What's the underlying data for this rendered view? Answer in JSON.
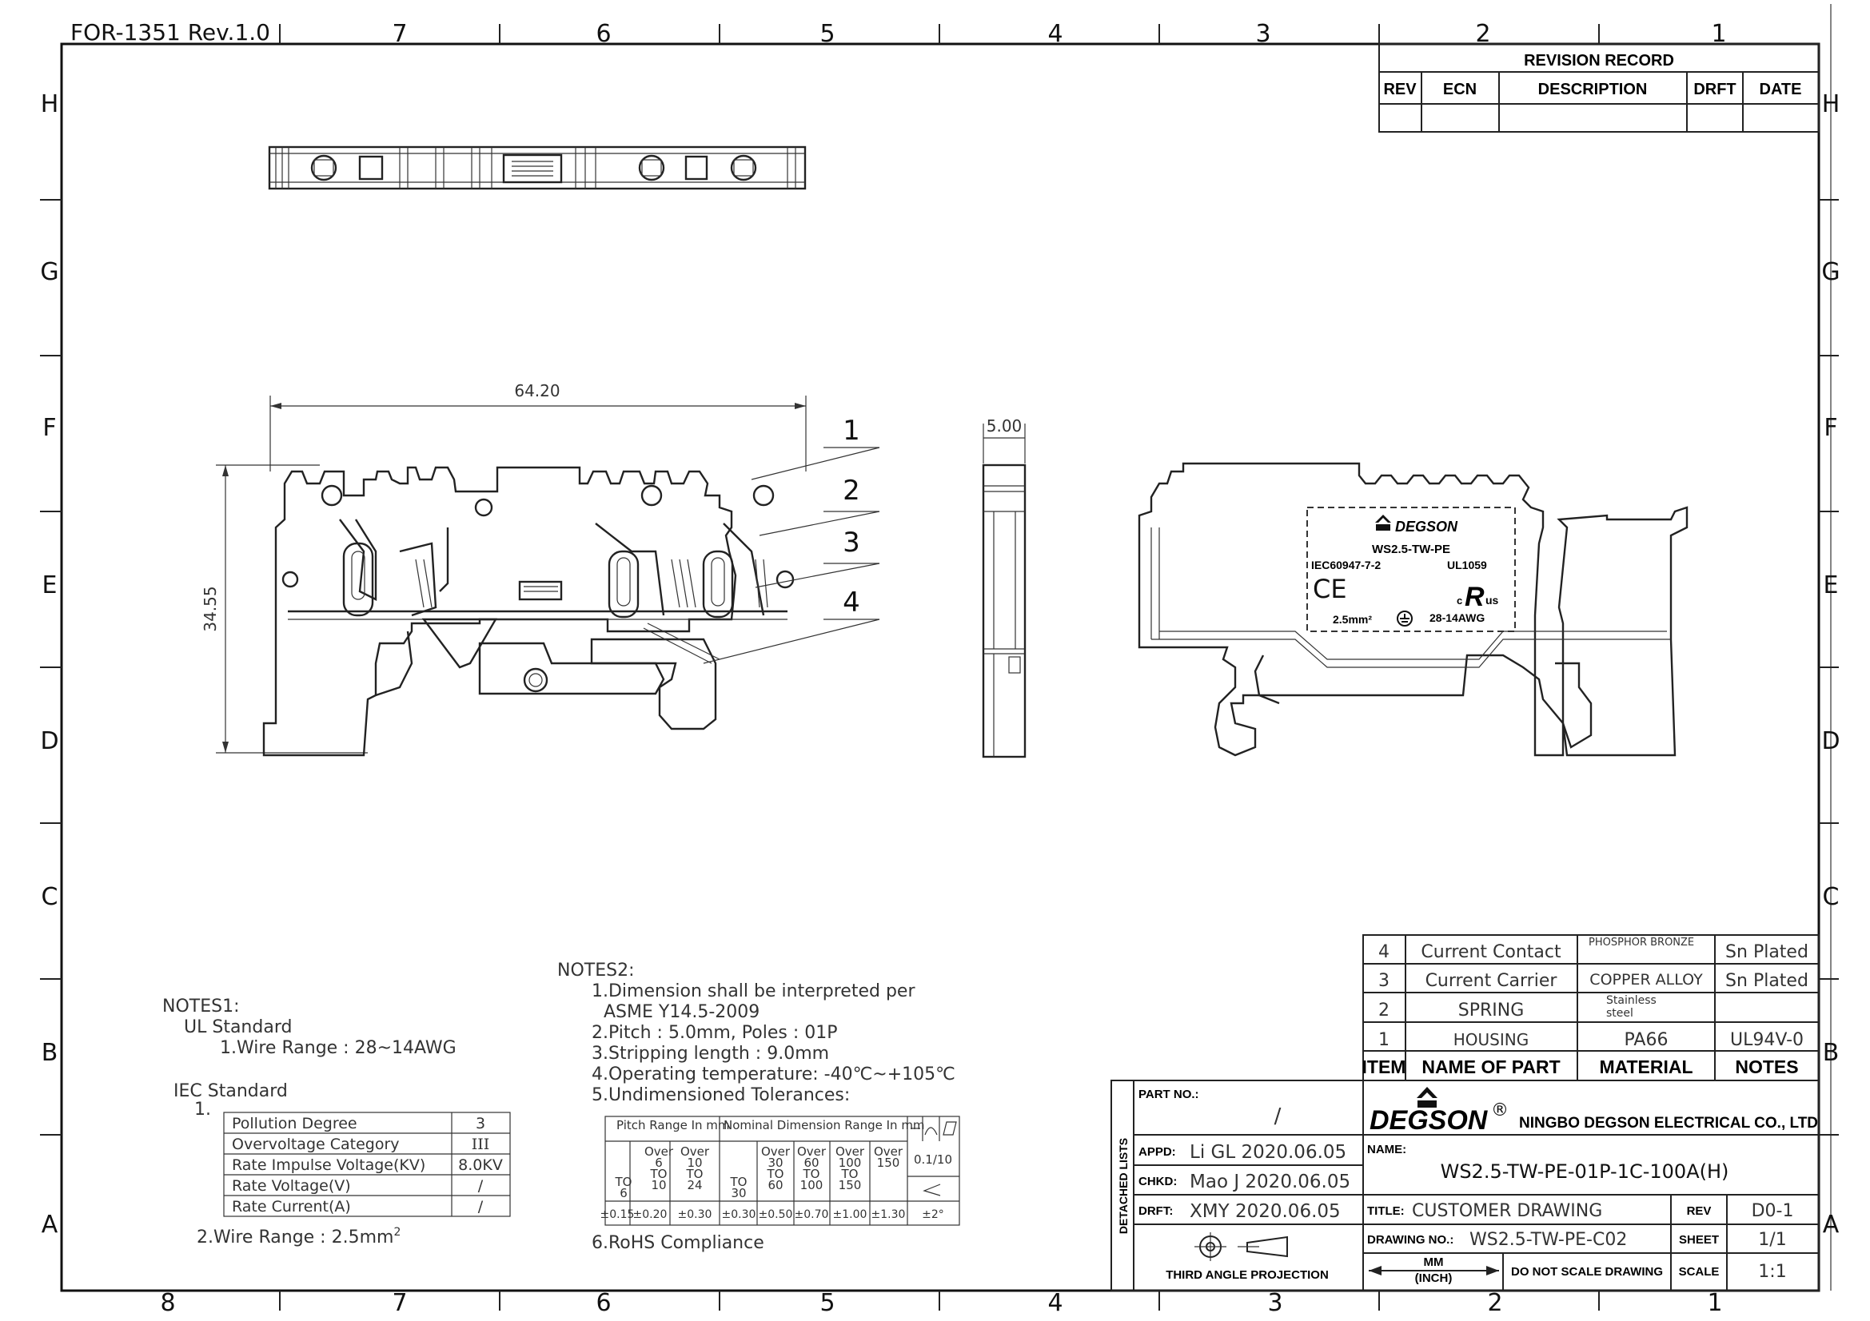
{
  "form_id": "FOR-1351 Rev.1.0",
  "grid": {
    "top_numbers": [
      "7",
      "6",
      "5",
      "4",
      "3",
      "2",
      "1"
    ],
    "bottom_numbers": [
      "8",
      "7",
      "6",
      "5",
      "4",
      "3",
      "2",
      "1"
    ],
    "rows": [
      "H",
      "G",
      "F",
      "E",
      "D",
      "C",
      "B",
      "A"
    ]
  },
  "revision_record": {
    "title": "REVISION RECORD",
    "headers": [
      "REV",
      "ECN",
      "DESCRIPTION",
      "DRFT",
      "DATE"
    ]
  },
  "dimensions": {
    "length": "64.20",
    "height": "34.55",
    "width": "5.00"
  },
  "balloons": [
    "1",
    "2",
    "3",
    "4"
  ],
  "label_plate": {
    "brand": "DEGSON",
    "model": "WS2.5-TW-PE",
    "iec": "IEC60947-7-2",
    "ul": "UL1059",
    "ce": "CE",
    "cross_section": "2.5mm²",
    "awg": "28-14AWG"
  },
  "notes1": {
    "title": "NOTES1:",
    "ul_title": "UL Standard",
    "ul_item1": "1.Wire Range : 28~14AWG",
    "iec_title": "IEC Standard",
    "iec_item_num": "1.",
    "iec_table": [
      {
        "label": "Pollution Degree",
        "value": "3"
      },
      {
        "label": "Overvoltage Category",
        "value": "III"
      },
      {
        "label": "Rate Impulse Voltage(KV)",
        "value": "8.0KV"
      },
      {
        "label": "Rate Voltage(V)",
        "value": "/"
      },
      {
        "label": "Rate Current(A)",
        "value": "/"
      }
    ],
    "iec_item2": "2.Wire Range : 2.5mm",
    "iec_item2_sup": "2"
  },
  "notes2": {
    "title": "NOTES2:",
    "lines": [
      "1.Dimension shall be interpreted per",
      "ASME Y14.5-2009",
      "2.Pitch : 5.0mm, Poles : 01P",
      "3.Stripping length : 9.0mm",
      "4.Operating temperature: -40℃~+105℃",
      "5.Undimensioned Tolerances:"
    ],
    "rohs": "6.RoHS Compliance",
    "tol_head1": "Pitch Range In mm",
    "tol_head2": "Nominal Dimension Range In mm",
    "tol_cols": [
      [
        "TO",
        "6"
      ],
      [
        "Over",
        "6",
        "TO",
        "10"
      ],
      [
        "Over",
        "10",
        "TO",
        "24"
      ],
      [
        "TO",
        "30"
      ],
      [
        "Over",
        "30",
        "TO",
        "60"
      ],
      [
        "Over",
        "60",
        "TO",
        "100"
      ],
      [
        "Over",
        "100",
        "TO",
        "150"
      ],
      [
        "Over",
        "150"
      ]
    ],
    "tol_vals": [
      "±0.15",
      "±0.20",
      "±0.30",
      "±0.30",
      "±0.50",
      "±0.70",
      "±1.00",
      "±1.30"
    ],
    "angle_tol1": "0.1/10",
    "angle_tol2": "±2°"
  },
  "bom": {
    "rows": [
      {
        "item": "4",
        "name": "Current Contact",
        "material": "PHOSPHOR BRONZE",
        "notes": "Sn Plated"
      },
      {
        "item": "3",
        "name": "Current Carrier",
        "material": "COPPER ALLOY",
        "notes": "Sn Plated"
      },
      {
        "item": "2",
        "name": "SPRING",
        "material": "Stainless steel",
        "notes": ""
      },
      {
        "item": "1",
        "name": "HOUSING",
        "material": "PA66",
        "notes": "UL94V-0"
      }
    ],
    "headers": [
      "ITEM",
      "NAME OF PART",
      "MATERIAL",
      "NOTES"
    ]
  },
  "title_block": {
    "detached_lists": "DETACHED LISTS",
    "part_no_label": "PART NO.:",
    "part_no_value": "/",
    "appd_label": "APPD:",
    "appd_value": "Li GL 2020.06.05",
    "chkd_label": "CHKD:",
    "chkd_value": "Mao J 2020.06.05",
    "drft_label": "DRFT:",
    "drft_value": "XMY 2020.06.05",
    "projection": "THIRD ANGLE PROJECTION",
    "company_logo": "DEGSON",
    "company_name": "NINGBO DEGSON ELECTRICAL CO., LTD",
    "name_label": "NAME:",
    "name_value": "WS2.5-TW-PE-01P-1C-100A(H)",
    "title_label": "TITLE:",
    "title_value": "CUSTOMER DRAWING",
    "rev_label": "REV",
    "rev_value": "D0-1",
    "drawing_no_label": "DRAWING NO.:",
    "drawing_no_value": "WS2.5-TW-PE-C02",
    "sheet_label": "SHEET",
    "sheet_value": "1/1",
    "units_mm": "MM",
    "units_inch": "(INCH)",
    "do_not_scale": "DO NOT SCALE DRAWING",
    "scale_label": "SCALE",
    "scale_value": "1:1"
  }
}
